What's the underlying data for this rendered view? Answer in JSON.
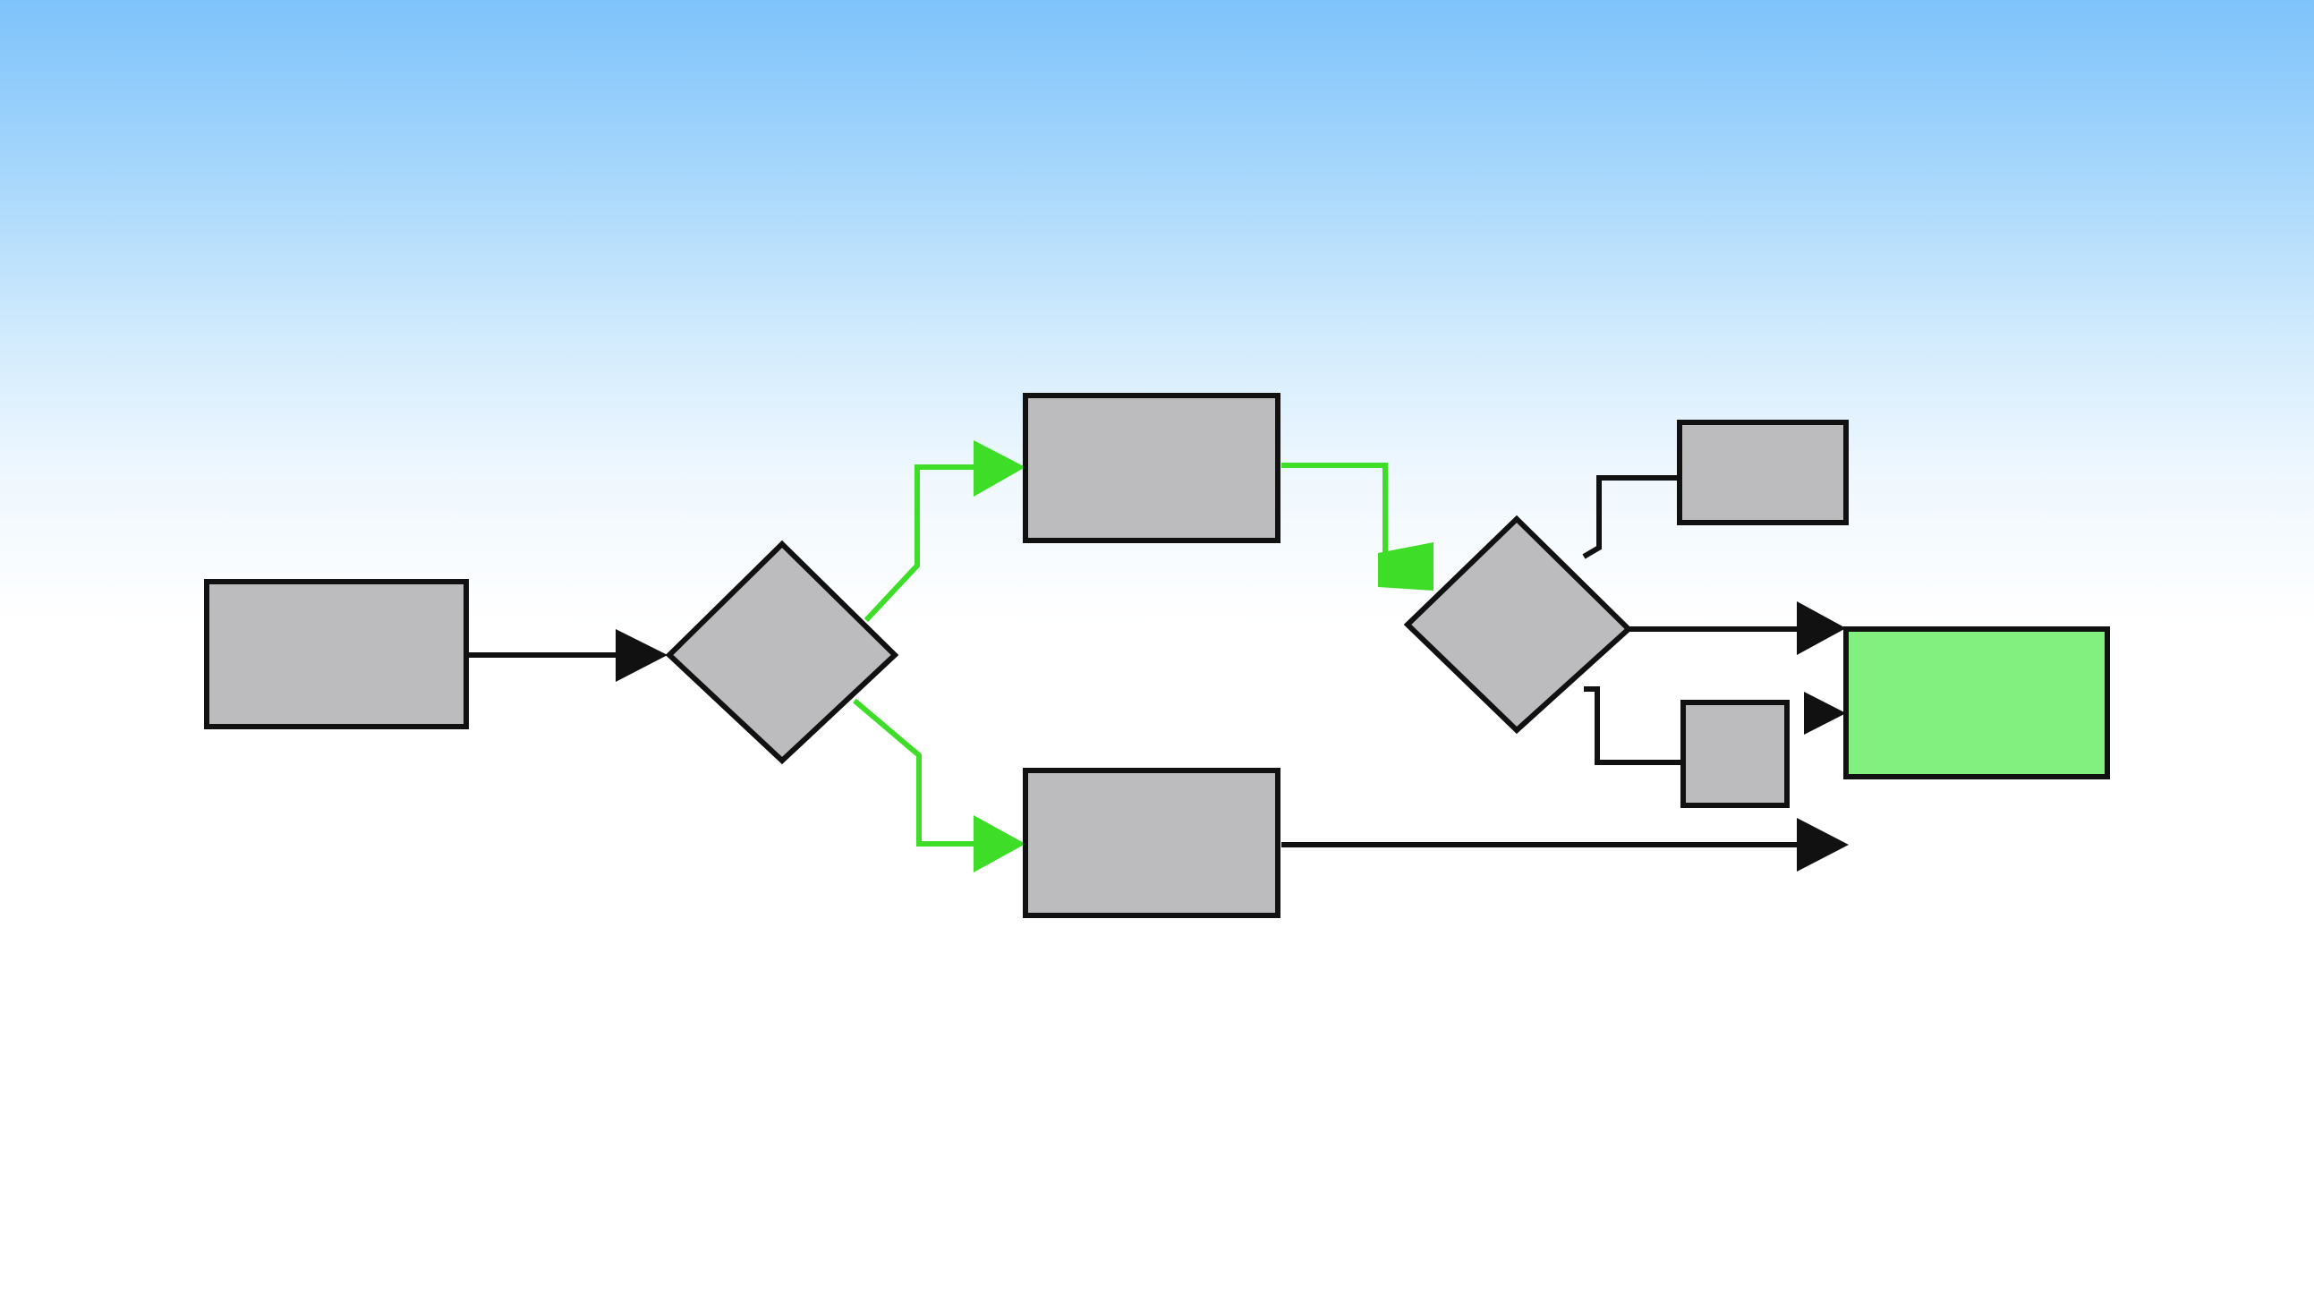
{
  "diagram": {
    "colors": {
      "node_fill": "#bcbcbf",
      "node_stroke": "#111111",
      "terminal_fill": "#82f07f",
      "edge_dark": "#111111",
      "edge_green": "#3ede28",
      "background_top": "#7ec3fb",
      "background_bottom": "#ffffff"
    },
    "nodes": [
      {
        "id": "start-process",
        "shape": "rectangle",
        "label": ""
      },
      {
        "id": "decision-1",
        "shape": "diamond",
        "label": ""
      },
      {
        "id": "upper-process",
        "shape": "rectangle",
        "label": ""
      },
      {
        "id": "lower-process",
        "shape": "rectangle",
        "label": ""
      },
      {
        "id": "decision-2",
        "shape": "diamond",
        "label": ""
      },
      {
        "id": "top-right-process",
        "shape": "rectangle",
        "label": ""
      },
      {
        "id": "small-process",
        "shape": "square",
        "label": ""
      },
      {
        "id": "end-terminal",
        "shape": "rectangle",
        "label": "",
        "highlight": "green"
      }
    ],
    "edges": [
      {
        "from": "start-process",
        "to": "decision-1",
        "color": "dark"
      },
      {
        "from": "decision-1",
        "to": "upper-process",
        "color": "green"
      },
      {
        "from": "decision-1",
        "to": "lower-process",
        "color": "green"
      },
      {
        "from": "upper-process",
        "to": "decision-2",
        "color": "green"
      },
      {
        "from": "decision-2",
        "to": "top-right-process",
        "color": "dark"
      },
      {
        "from": "decision-2",
        "to": "end-terminal",
        "color": "dark"
      },
      {
        "from": "decision-2",
        "to": "small-process",
        "color": "dark"
      },
      {
        "from": "small-process",
        "to": "end-terminal",
        "color": "dark"
      },
      {
        "from": "lower-process",
        "to": "end-terminal",
        "color": "dark"
      }
    ]
  }
}
